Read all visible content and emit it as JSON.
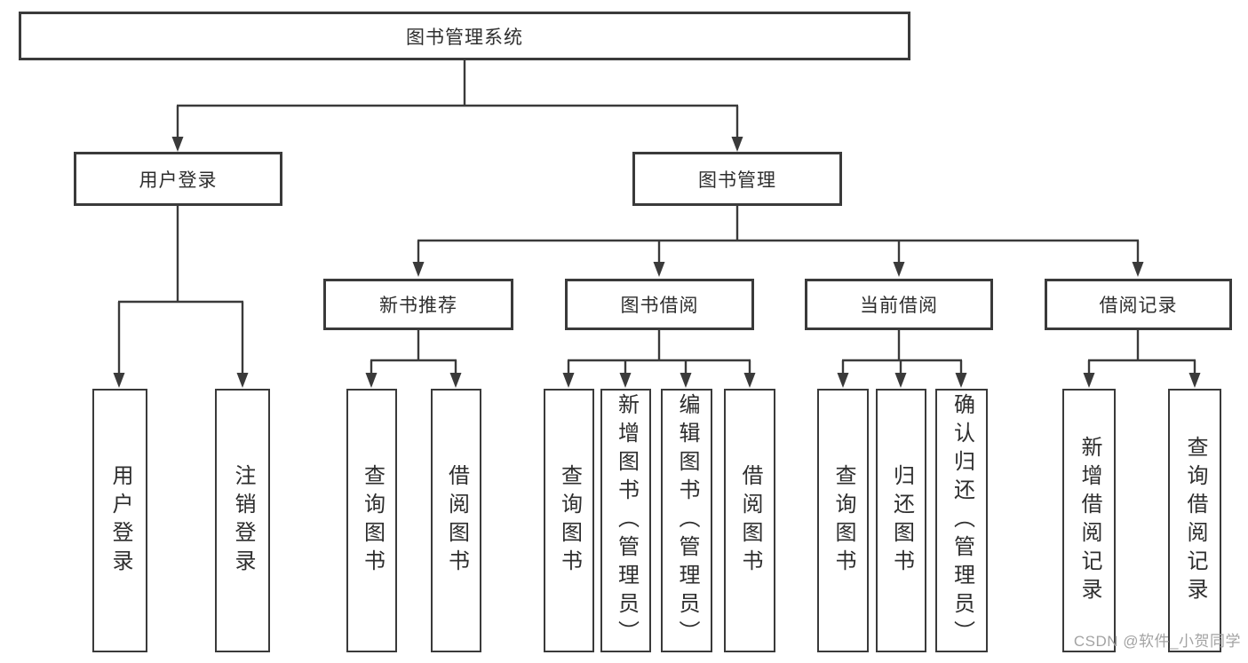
{
  "nodes": {
    "root": "图书管理系统",
    "user_login": "用户登录",
    "book_management": "图书管理",
    "new_book_recommend": "新书推荐",
    "book_borrow": "图书借阅",
    "current_borrow": "当前借阅",
    "borrow_record": "借阅记录",
    "leaf_user_login": "用户登录",
    "leaf_logout": "注销登录",
    "leaf_nbr_query_book": "查询图书",
    "leaf_nbr_borrow_book": "借阅图书",
    "leaf_bb_query_book": "查询图书",
    "leaf_bb_add_book": "新增图书（管理员）",
    "leaf_bb_edit_book": "编辑图书（管理员）",
    "leaf_bb_borrow_book": "借阅图书",
    "leaf_cb_query_book": "查询图书",
    "leaf_cb_return_book": "归还图书",
    "leaf_cb_confirm_return": "确认归还（管理员）",
    "leaf_br_add_record": "新增借阅记录",
    "leaf_br_query_record": "查询借阅记录"
  },
  "watermark": "CSDN @软件_小贺同学",
  "colors": {
    "line": "#3a3a3a",
    "text": "#2e2e2e",
    "watermark": "#a3a3a3",
    "background": "#ffffff"
  }
}
